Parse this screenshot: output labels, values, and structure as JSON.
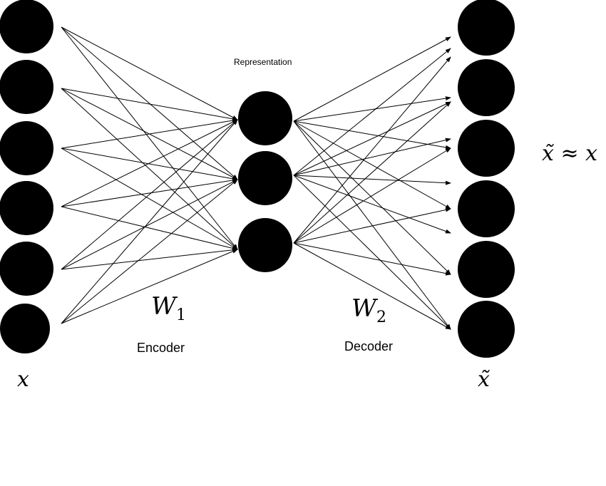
{
  "labels": {
    "representation": "Representation",
    "encoder": "Encoder",
    "decoder": "Decoder",
    "w1": "W",
    "w1_sub": "1",
    "w2": "W",
    "w2_sub": "2",
    "input": "x",
    "output": "x̃",
    "approx": "x̃ ≈ x"
  },
  "layers": {
    "input_nodes": 6,
    "hidden_nodes": 3,
    "output_nodes": 6
  },
  "colors": {
    "node": "#000000",
    "edge": "#000000",
    "background": "#ffffff"
  }
}
